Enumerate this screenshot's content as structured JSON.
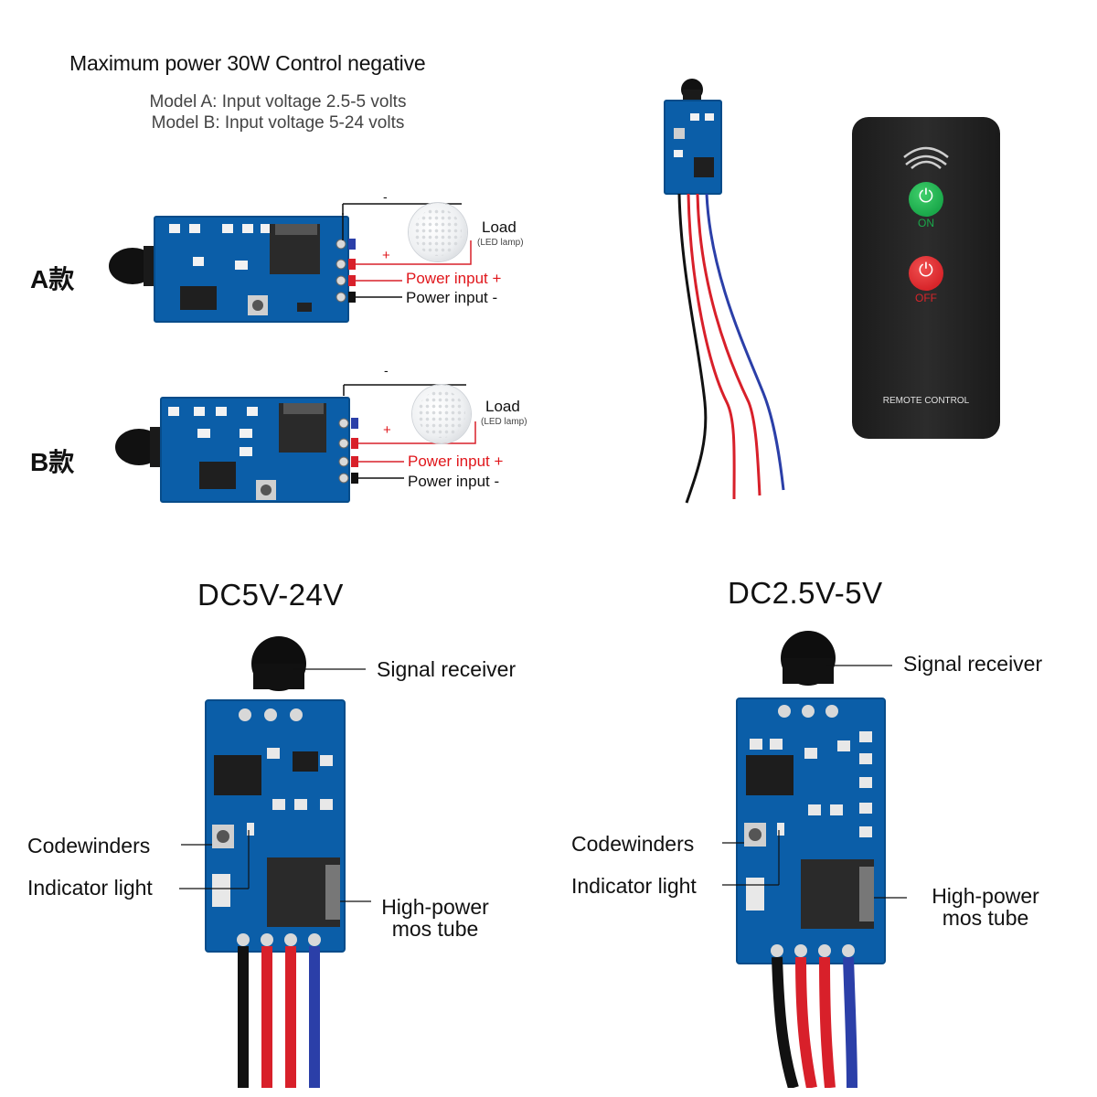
{
  "header": {
    "title": "Maximum power 30W Control negative",
    "model_a": "Model A: Input voltage 2.5-5 volts",
    "model_b": "Model B: Input voltage 5-24 volts"
  },
  "variants": [
    {
      "name": "A款",
      "load_label": "Load",
      "load_sub": "(LED lamp)",
      "minus": "-",
      "plus": "+",
      "power_plus": "Power input +",
      "power_minus": "Power input -"
    },
    {
      "name": "B款",
      "load_label": "Load",
      "load_sub": "(LED lamp)",
      "minus": "-",
      "plus": "+",
      "power_plus": "Power input +",
      "power_minus": "Power input -"
    }
  ],
  "remote": {
    "on_label": "ON",
    "off_label": "OFF",
    "brand": "REMOTE CONTROL"
  },
  "modules": [
    {
      "heading": "DC5V-24V",
      "signal": "Signal receiver",
      "codewinders": "Codewinders",
      "indicator": "Indicator light",
      "mos": "High-power mos tube"
    },
    {
      "heading": "DC2.5V-5V",
      "signal": "Signal receiver",
      "codewinders": "Codewinders",
      "indicator": "Indicator light",
      "mos": "High-power mos tube"
    }
  ],
  "colors": {
    "pcb": "#0b5ea8",
    "red": "#e0161b",
    "wire_red": "#d8202a",
    "wire_blue": "#2b3fa8",
    "on_green": "#1aa84a",
    "off_red": "#d8252a"
  }
}
